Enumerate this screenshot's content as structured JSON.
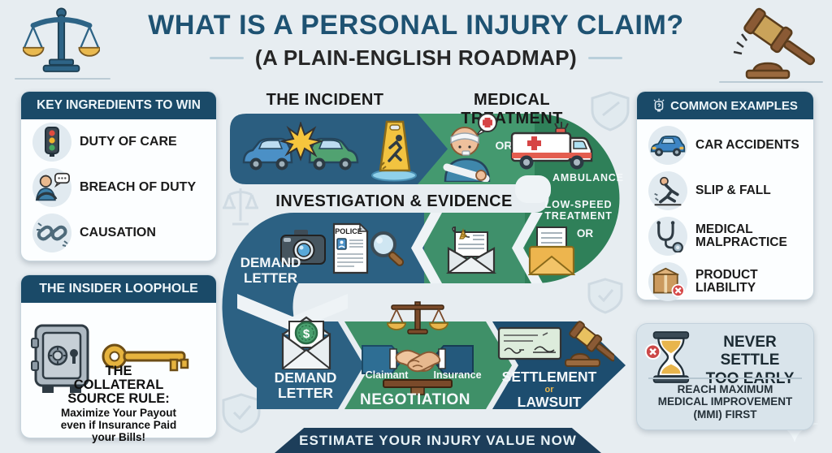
{
  "header": {
    "title": "WHAT IS A PERSONAL INJURY CLAIM?",
    "subtitle": "(A PLAIN-ENGLISH ROADMAP)"
  },
  "left_panel": {
    "ingredients": {
      "header": "KEY INGREDIENTS TO WIN",
      "items": [
        {
          "icon": "traffic-light-icon",
          "label": "DUTY OF CARE"
        },
        {
          "icon": "driver-speech-icon",
          "label": "BREACH OF DUTY"
        },
        {
          "icon": "chain-link-icon",
          "label": "CAUSATION"
        }
      ]
    },
    "loophole": {
      "header": "THE INSIDER LOOPHOLE",
      "rule_line1": "THE",
      "rule_line2": "COLLATERAL",
      "rule_line3": "SOURCE RULE:",
      "body_line1": "Maximize Your Payout",
      "body_line2": "even if Insurance Paid",
      "body_line3": "your Bills!"
    }
  },
  "roadmap": {
    "step_incident": "THE INCIDENT",
    "step_medical": "MEDICAL TREATMENT",
    "step_investigation": "INVESTIGATION & EVIDENCE",
    "or_medical": "OR",
    "ambulance": "AMBULANCE",
    "low_speed_line1": "LOW-SPEED",
    "low_speed_line2": "TREATMENT",
    "or_low_speed": "OR",
    "demand_curve_line1": "DEMAND",
    "demand_curve_line2": "LETTER",
    "police_label": "POLICE",
    "demand_line1": "DEMAND",
    "demand_line2": "LETTER",
    "dollar_sign": "$",
    "claimant": "Claimant",
    "insurance": "Insurance",
    "negotiation": "NEGOTIATION",
    "settlement": "SETTLEMENT",
    "settlement_or": "or",
    "lawsuit": "LAWSUIT"
  },
  "right_panel": {
    "examples": {
      "header": "COMMON EXAMPLES",
      "items": [
        {
          "icon": "car-icon",
          "label": "CAR ACCIDENTS"
        },
        {
          "icon": "slip-fall-icon",
          "label": "SLIP & FALL"
        },
        {
          "icon": "stethoscope-icon",
          "label": "MEDICAL MALPRACTICE"
        },
        {
          "icon": "product-box-icon",
          "label": "PRODUCT LIABILITY"
        }
      ]
    },
    "warning": {
      "title_line1": "NEVER SETTLE",
      "title_line2": "TOO EARLY",
      "body_line1": "REACH MAXIMUM",
      "body_line2": "MEDICAL IMPROVEMENT",
      "body_line3": "(MMI) FIRST"
    }
  },
  "footer": {
    "cta": "ESTIMATE YOUR INJURY VALUE NOW"
  },
  "icons": {
    "header_left": "scales-of-justice-icon",
    "header_right": "gavel-icon",
    "incident": [
      "car-crash-icon",
      "wet-floor-sign-icon"
    ],
    "medical": [
      "injured-person-icon",
      "ambulance-icon"
    ],
    "investigation": [
      "camera-icon",
      "police-report-icon",
      "magnifier-icon",
      "envelope-badge-icon",
      "envelope-yellow-icon"
    ],
    "demand": "envelope-dollar-icon",
    "negotiation": "handshake-scales-icon",
    "settlement": [
      "cheque-icon",
      "gavel-icon"
    ],
    "loophole": [
      "safe-icon",
      "key-icon"
    ],
    "warning": "hourglass-icon"
  },
  "colors": {
    "background": "#e7edf1",
    "navy_header": "#1a4a68",
    "band_blue": "#2c6183",
    "band_blue_row1": "#2b5e80",
    "band_navy_dark": "#1d4d6f",
    "green_medical": "#44996f",
    "green_dark": "#2f8059",
    "green_light": "#3f906b",
    "gold": "#e8b54c",
    "title_blue": "#1e5272",
    "cta_navy": "#1d3e5a"
  }
}
